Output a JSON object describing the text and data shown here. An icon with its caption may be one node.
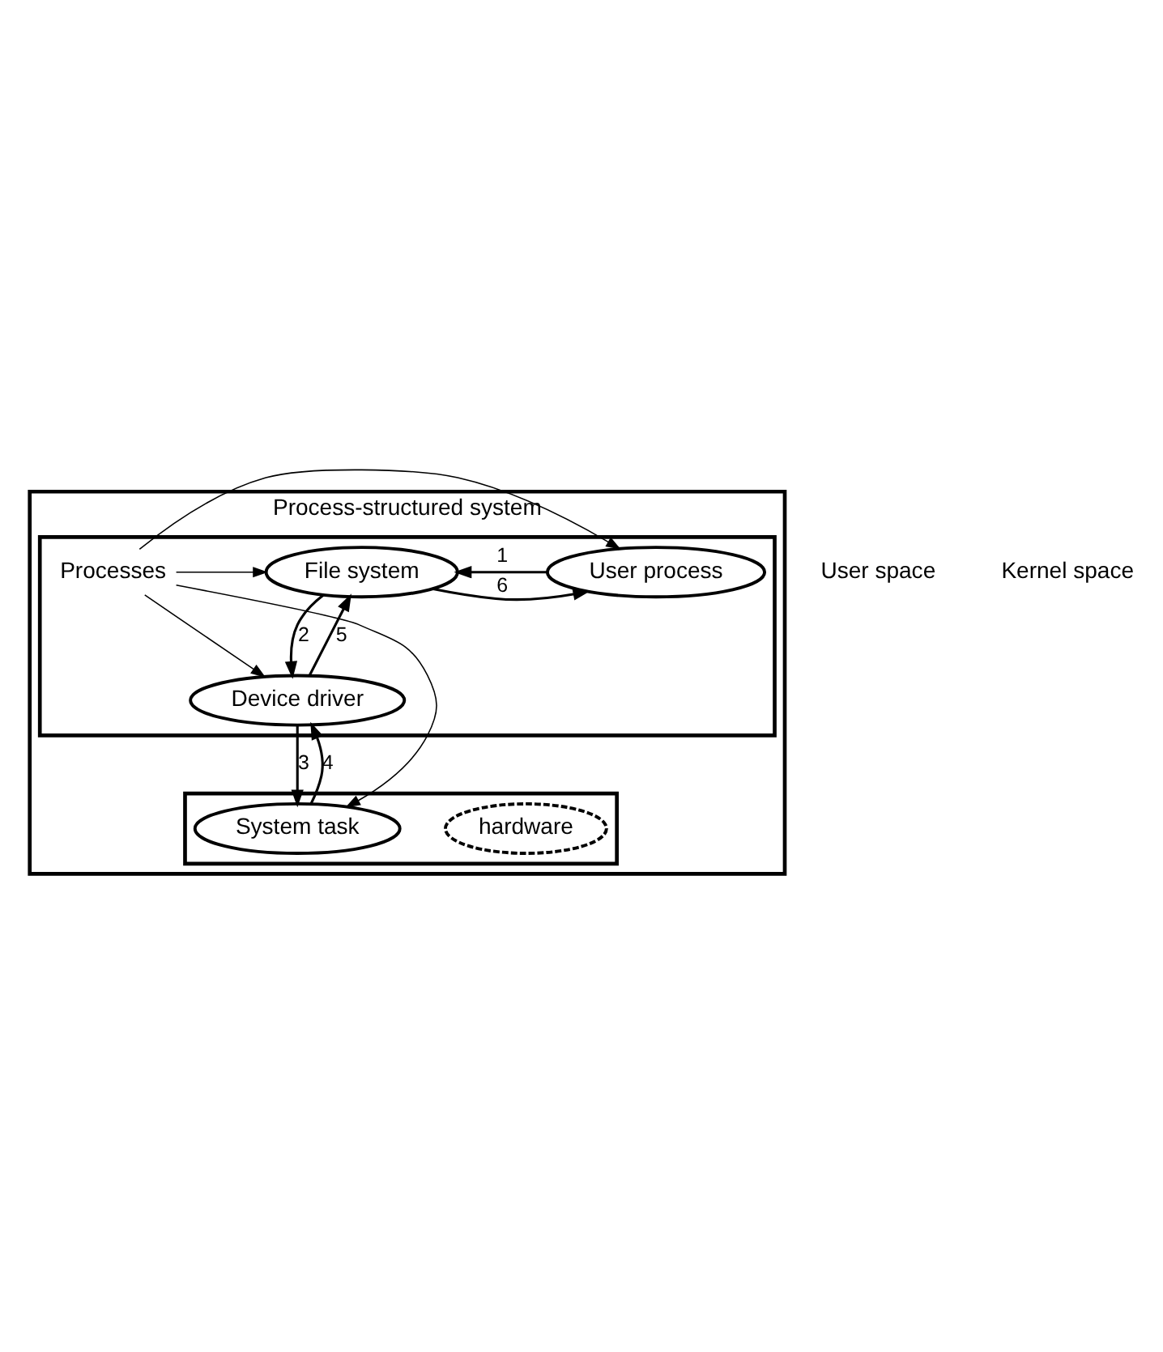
{
  "diagram": {
    "nodes": [
      {
        "text": [
          "Process-structured system"
        ]
      },
      {
        "text": [],
        "shape": "box",
        "in": 0
      },
      {
        "text": [
          "File system"
        ],
        "in": 1
      },
      {
        "text": [
          "User process"
        ],
        "in": 1
      },
      {
        "text": [
          "Device driver"
        ],
        "in": 1
      },
      {
        "text": [
          "Processes"
        ],
        "in": 1
      },
      {
        "text": [],
        "shape": "box",
        "in": 0
      },
      {
        "text": [
          "hardware"
        ],
        "in": 6
      },
      {
        "text": [
          "System task"
        ],
        "in": 6
      }
    ],
    "edges": [
      {
        "from": 3,
        "to": 2,
        "arrow": "to",
        "label": "1"
      },
      {
        "from": 2,
        "to": 4,
        "arrow": "to",
        "label": "2"
      },
      {
        "from": 4,
        "to": 8,
        "arrow": "to",
        "label": "3"
      },
      {
        "from": 8,
        "to": 4,
        "arrow": "to",
        "label": "4"
      },
      {
        "from": 4,
        "to": 2,
        "arrow": "to",
        "label": "5"
      },
      {
        "from": 2,
        "to": 3,
        "arrow": "to",
        "label": "6"
      },
      {
        "from": 5,
        "to": 2,
        "arrow": "to"
      },
      {
        "from": 5,
        "to": 4,
        "arrow": "to"
      },
      {
        "from": 5,
        "to": 3,
        "arrow": "to"
      },
      {
        "from": 5,
        "to": 8,
        "arrow": "to"
      }
    ],
    "labels": [
      "User space",
      "Kernel space"
    ]
  }
}
